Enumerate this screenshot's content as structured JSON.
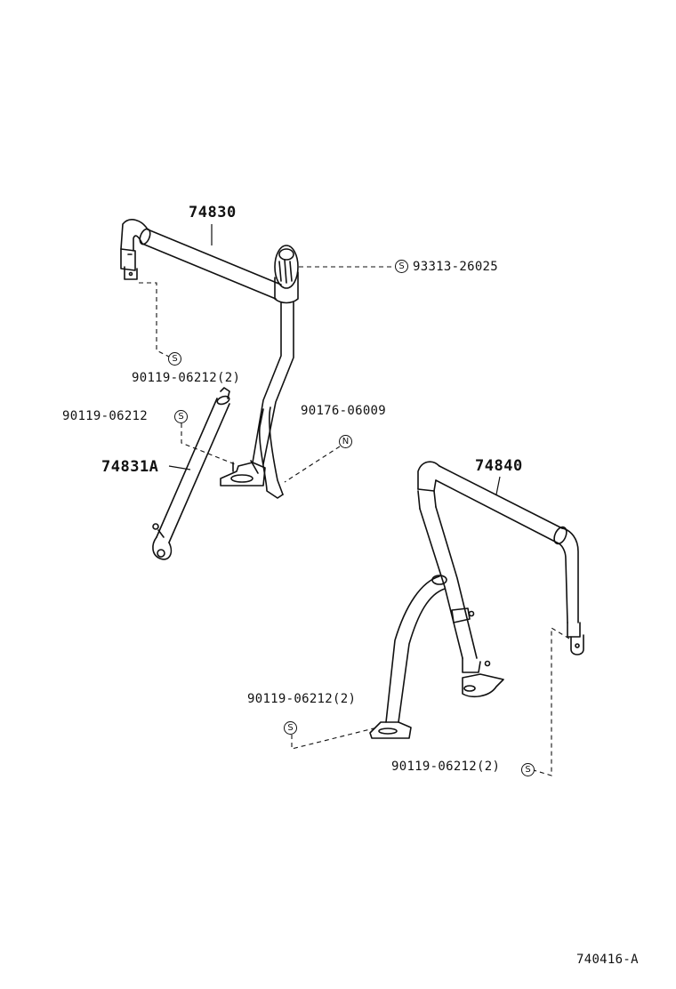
{
  "symbols": {
    "screw": "S",
    "nut": "N"
  },
  "parts": {
    "bar_front": "74830",
    "bar_rear": "74840",
    "bar_stay": "74831A"
  },
  "fasteners": {
    "screw_93313": "93313-26025",
    "screw_90119_top_2": "90119-06212(2)",
    "screw_90119_single": "90119-06212",
    "nut_90176": "90176-06009",
    "screw_90119_bottom_left_2": "90119-06212(2)",
    "screw_90119_bottom_right_2": "90119-06212(2)"
  },
  "diagram_code": "740416-A"
}
